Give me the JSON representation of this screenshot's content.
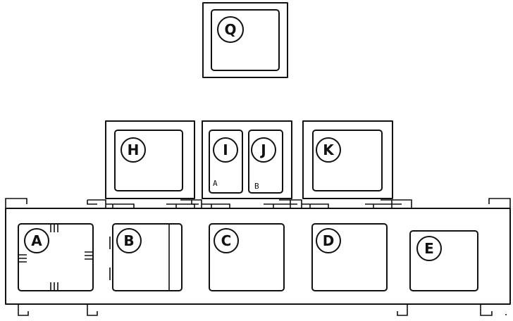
{
  "diagram": {
    "relay_q": {
      "label": "Q"
    },
    "relay_h": {
      "label": "H"
    },
    "relay_i": {
      "label": "I",
      "sub_label": "A"
    },
    "relay_j": {
      "label": "J",
      "sub_label": "B"
    },
    "relay_k": {
      "label": "K"
    },
    "relay_a": {
      "label": "A"
    },
    "relay_b": {
      "label": "B"
    },
    "relay_c": {
      "label": "C"
    },
    "relay_d": {
      "label": "D"
    },
    "relay_e": {
      "label": "E"
    }
  }
}
